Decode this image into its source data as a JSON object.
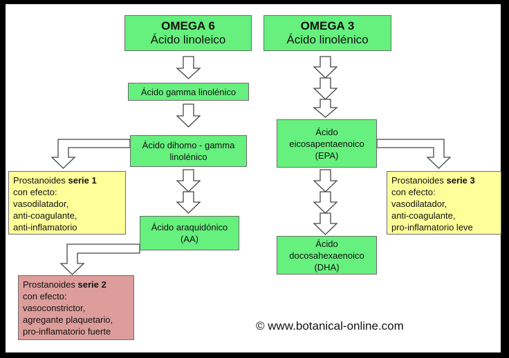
{
  "omega6": {
    "title": "OMEGA 6",
    "subtitle": "Ácido linoleico"
  },
  "omega3": {
    "title": "OMEGA 3",
    "subtitle": "Ácido linolénico"
  },
  "gamma_linolenic": "Ácido gamma linolénico",
  "dihomo": {
    "line1": "Ácido dihomo - gamma",
    "line2": "linolénico"
  },
  "aa": {
    "line1": "Ácido araquidónico",
    "line2": "(AA)"
  },
  "epa": {
    "line1": "Ácido",
    "line2": "eicosapentaenoico",
    "line3": "(EPA)"
  },
  "dha": {
    "line1": "Ácido",
    "line2": "docosahexaenoico",
    "line3": "(DHA)"
  },
  "series1": {
    "prefix": "Prostanoides ",
    "series": "serie 1",
    "lines": [
      "con efecto:",
      "vasodilatador,",
      "anti-coagulante,",
      "anti-inflamatorio"
    ]
  },
  "series2": {
    "prefix": "Prostanoides ",
    "series": "serie 2",
    "lines": [
      "con efecto:",
      "vasoconstrictor,",
      "agregante plaquetario,",
      "pro-inflamatorio fuerte"
    ]
  },
  "series3": {
    "prefix": "Prostanoides ",
    "series": "serie 3",
    "lines": [
      "con efecto:",
      "vasodilatador,",
      "anti-coagulante,",
      "pro-inflamatorio leve"
    ]
  },
  "watermark": "© www.botanical-online.com",
  "colors": {
    "green": "#66f07e",
    "yellow": "#ffff99",
    "pink": "#dd9d9b",
    "border": "#6b6b6b",
    "background": "#000000"
  }
}
